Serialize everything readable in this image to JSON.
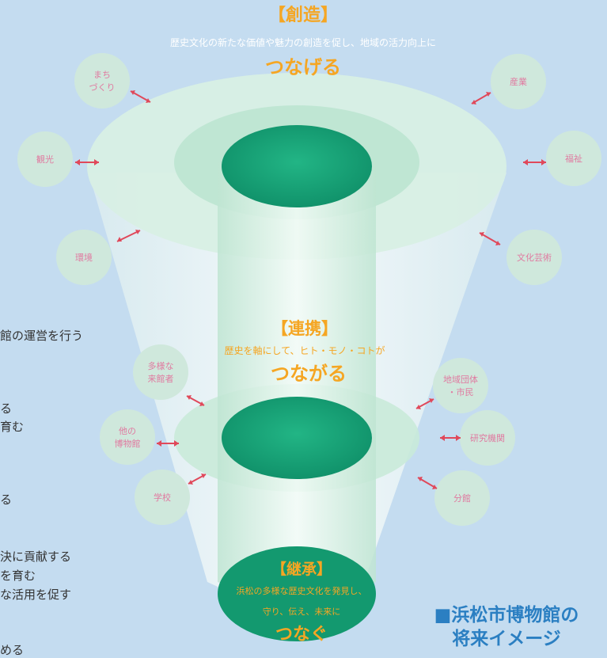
{
  "colors": {
    "background": "#c4dcf0",
    "heading_orange": "#f5a623",
    "arrow_red": "#e0485a",
    "core_green": "#1aa07a",
    "ellipse_light": "#d8efe4",
    "circle_fill": "#cfe8dc"
  },
  "background_text": [
    "館の運営を行う",
    "る",
    "育む",
    "る",
    "決に貢献する",
    "を育む",
    "な活用を促す",
    "める"
  ],
  "top": {
    "heading": "【創造】",
    "subtitle": "歴史文化の新たな価値や魅力の創造を促し、地域の活力向上に",
    "keyword": "つなげる",
    "nodes": [
      "まち\nづくり",
      "観光",
      "環境",
      "産業",
      "福祉",
      "文化芸術"
    ]
  },
  "middle": {
    "heading": "【連携】",
    "subtitle": "歴史を軸にして、ヒト・モノ・コトが",
    "keyword": "つながる",
    "nodes": [
      "多様な\n来館者",
      "他の\n博物館",
      "学校",
      "地域団体\n・市民",
      "研究機関",
      "分館"
    ]
  },
  "bottom": {
    "heading": "【継承】",
    "line1": "浜松の多様な歴史文化を発見し、",
    "line2": "守り、伝え、未来に",
    "keyword": "つなぐ"
  },
  "caption": {
    "line1": "■浜松市博物館の",
    "line2": "将来イメージ"
  }
}
